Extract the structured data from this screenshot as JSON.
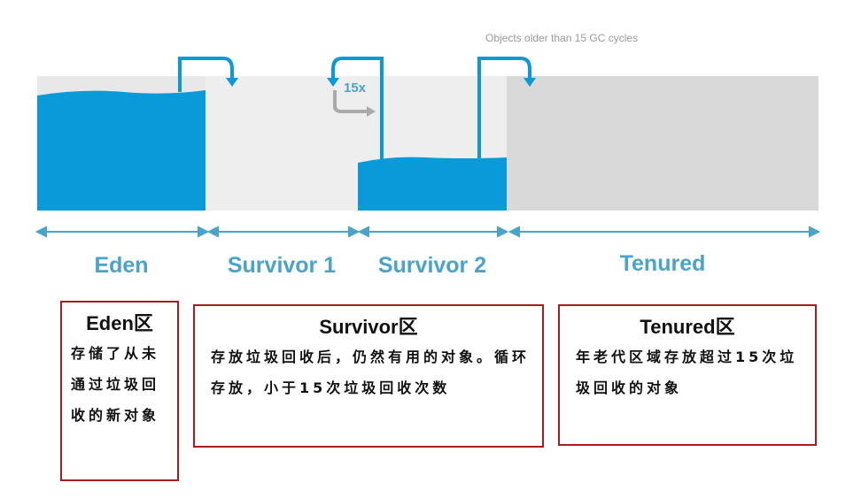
{
  "top_note": "Objects older than 15 GC cycles",
  "cycle_label": "15x",
  "regions": [
    {
      "label": "Eden"
    },
    {
      "label": "Survivor 1"
    },
    {
      "label": "Survivor 2"
    },
    {
      "label": "Tenured"
    }
  ],
  "boxes": {
    "eden": {
      "title": "Eden区",
      "body": "存储了从未通过垃圾回收的新对象"
    },
    "survivor": {
      "title": "Survivor区",
      "body": "存放垃圾回收后，仍然有用的对象。循环存放，小于15次垃圾回收次数"
    },
    "tenured": {
      "title": "Tenured区",
      "body": "年老代区域存放超过15次垃圾回收的对象"
    }
  },
  "colors": {
    "fill": "#0a9ad9",
    "region_bg": "#e8e8e8",
    "tenured_bg": "#d9d9d9",
    "box_border": "#a61e22",
    "label": "#4aa3c8"
  }
}
